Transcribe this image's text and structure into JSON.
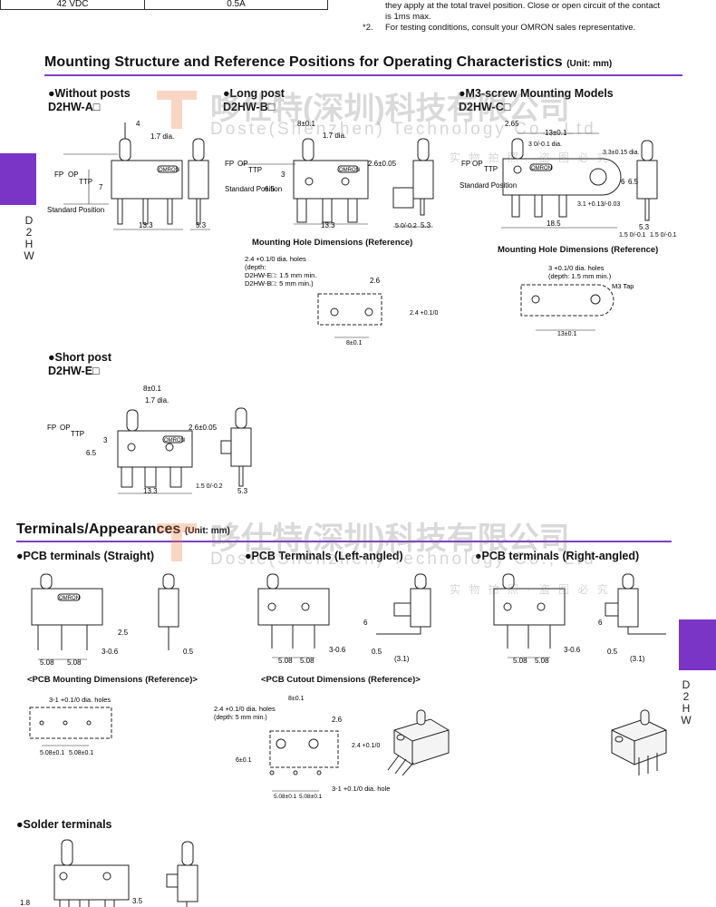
{
  "spec_table": {
    "voltage": "42 VDC",
    "current": "0.5A"
  },
  "notes": {
    "note1_line1": "they apply at the total travel position. Close or open circuit of the contact",
    "note1_line2": "is 1ms max.",
    "note2_mark": "*2.",
    "note2_text": "For testing conditions, consult your OMRON sales representative."
  },
  "section1": {
    "title": "Mounting Structure and Reference Positions for Operating Characteristics",
    "unit": "(Unit: mm)"
  },
  "section2": {
    "title": "Terminals/Appearances",
    "unit": "(Unit: mm)"
  },
  "side_tab": {
    "letters": [
      "D",
      "2",
      "H",
      "W"
    ]
  },
  "watermark": {
    "cn": "哆仕特(深圳)科技有限公司",
    "en": "Doste(Shenzhen) Technology Co., Ltd",
    "photo": "实 物 拍 照 · 盗 图 必 究"
  },
  "brand": "OMRON",
  "models": {
    "without_posts": {
      "name": "●Without posts",
      "code": "D2HW-A□",
      "labels": [
        "4",
        "1.7 dia.",
        "FP",
        "OP",
        "TTP",
        "7",
        "Standard Position",
        "13.3",
        "5.3"
      ]
    },
    "long_post": {
      "name": "●Long post",
      "code": "D2HW-B□",
      "labels": [
        "8±0.1",
        "1.7 dia.",
        "FP",
        "OP",
        "TTP",
        "3",
        "Standard Position",
        "6.5",
        "13.3",
        "2.6±0.05",
        "5 0/-0.2",
        "5.3"
      ]
    },
    "m3_screw": {
      "name": "●M3-screw Mounting Models",
      "code": "D2HW-C□",
      "labels": [
        "2.65",
        "13±0.1",
        "3 0/-0.1 dia.",
        "3.3±0.15 dia.",
        "FP",
        "OP",
        "TTP",
        "Standard Position",
        "6",
        "6.5",
        "3.1 +0.13/-0.03",
        "18.5",
        "1.5 0/-0.1",
        "5.3",
        "1.5 0/-0.1"
      ]
    },
    "short_post": {
      "name": "●Short post",
      "code": "D2HW-E□",
      "labels": [
        "8±0.1",
        "1.7 dia.",
        "FP",
        "OP",
        "TTP",
        "3",
        "6.5",
        "2.6±0.05",
        "13.3",
        "1.5 0/-0.2",
        "5.3"
      ]
    }
  },
  "mounting_holes_1": {
    "title": "Mounting Hole Dimensions (Reference)",
    "lines": [
      "2.4 +0.1/0 dia. holes",
      "(depth:",
      "D2HW-E□: 1.5 mm min.",
      "D2HW-B□: 5 mm min.)"
    ],
    "dims": [
      "2.6",
      "2.4 +0.1/0",
      "8±0.1"
    ]
  },
  "mounting_holes_2": {
    "title": "Mounting Hole Dimensions (Reference)",
    "lines": [
      "3 +0.1/0 dia. holes",
      "(depth: 1.5 mm min.)",
      "M3 Tap"
    ],
    "dims": [
      "13±0.1"
    ]
  },
  "terminals": {
    "pcb_straight": {
      "name": "●PCB terminals (Straight)",
      "labels": [
        "2.5",
        "5.08",
        "5.08",
        "3-0.6",
        "0.5"
      ]
    },
    "pcb_left": {
      "name": "●PCB Terminals (Left-angled)",
      "labels": [
        "5.08",
        "5.08",
        "3-0.6",
        "6",
        "0.5",
        "(3.1)"
      ]
    },
    "pcb_right": {
      "name": "●PCB terminals (Right-angled)",
      "labels": [
        "5.08",
        "5.08",
        "3-0.6",
        "6",
        "0.5",
        "(3.1)"
      ]
    },
    "pcb_mounting": {
      "title": "<PCB Mounting Dimensions (Reference)>",
      "labels": [
        "3-1 +0.1/0 dia. holes",
        "5.08±0.1",
        "5.08±0.1"
      ]
    },
    "pcb_cutout": {
      "title": "<PCB Cutout Dimensions (Reference)>",
      "labels": [
        "8±0.1",
        "2.4 +0.1/0 dia. holes",
        "(depth: 5 mm min.)",
        "2.6",
        "2.4 +0.1/0",
        "6±0.1",
        "3-1 +0.1/0 dia. holes",
        "5.08±0.1",
        "5.08±0.1"
      ]
    },
    "solder": {
      "name": "●Solder terminals",
      "labels": [
        "1.8",
        "3.5"
      ]
    }
  },
  "colors": {
    "accent": "#7b35c6",
    "rule": "#7e3fc4"
  }
}
